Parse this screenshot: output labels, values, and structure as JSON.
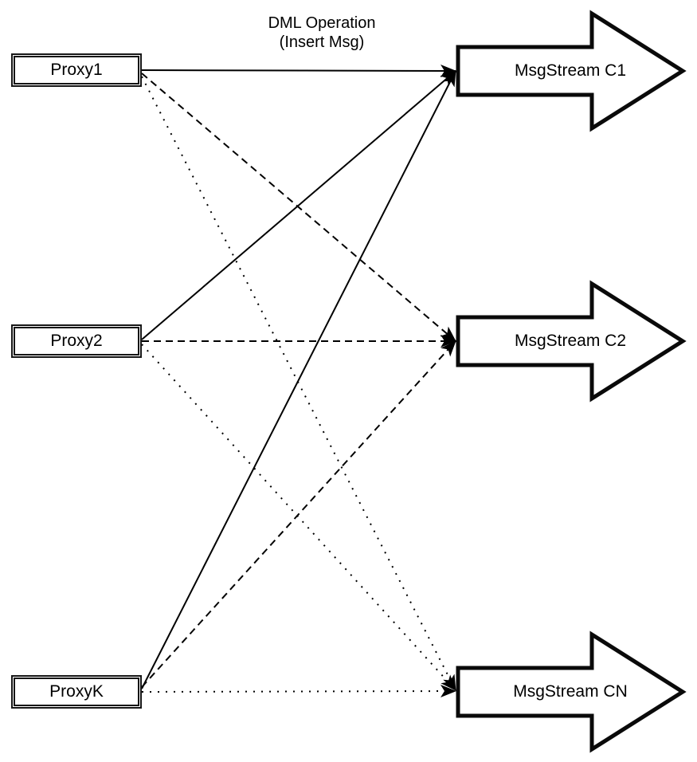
{
  "title": {
    "line1": "DML Operation",
    "line2": "(Insert Msg)"
  },
  "proxies": [
    {
      "label": "Proxy1"
    },
    {
      "label": "Proxy2"
    },
    {
      "label": "ProxyK"
    }
  ],
  "streams": [
    {
      "label": "MsgStream C1",
      "edge_style": "solid"
    },
    {
      "label": "MsgStream C2",
      "edge_style": "dashed"
    },
    {
      "label": "MsgStream CN",
      "edge_style": "dotted"
    }
  ],
  "edges": [
    {
      "from": "Proxy1",
      "to": "MsgStream C1",
      "style": "solid"
    },
    {
      "from": "Proxy2",
      "to": "MsgStream C1",
      "style": "solid"
    },
    {
      "from": "ProxyK",
      "to": "MsgStream C1",
      "style": "solid"
    },
    {
      "from": "Proxy1",
      "to": "MsgStream C2",
      "style": "dashed"
    },
    {
      "from": "Proxy2",
      "to": "MsgStream C2",
      "style": "dashed"
    },
    {
      "from": "ProxyK",
      "to": "MsgStream C2",
      "style": "dashed"
    },
    {
      "from": "Proxy1",
      "to": "MsgStream CN",
      "style": "dotted"
    },
    {
      "from": "Proxy2",
      "to": "MsgStream CN",
      "style": "dotted"
    },
    {
      "from": "ProxyK",
      "to": "MsgStream CN",
      "style": "dotted"
    }
  ],
  "colors": {
    "stroke": "#000000",
    "background": "#ffffff",
    "node_fill": "#ffffff"
  }
}
